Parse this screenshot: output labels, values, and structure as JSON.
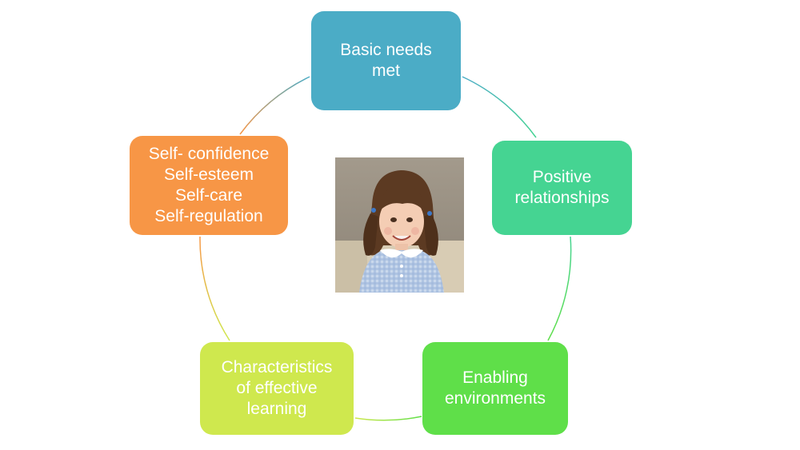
{
  "diagram": {
    "nodes": [
      {
        "id": "basic",
        "lines": [
          "Basic needs",
          "met"
        ],
        "color": "#4bacc6"
      },
      {
        "id": "positive",
        "lines": [
          "Positive",
          "relationships"
        ],
        "color": "#45d492"
      },
      {
        "id": "enabling",
        "lines": [
          "Enabling",
          "environments"
        ],
        "color": "#5fdf49"
      },
      {
        "id": "characteristics",
        "lines": [
          "Characteristics",
          "of effective",
          "learning"
        ],
        "color": "#cfe84e"
      },
      {
        "id": "self",
        "lines": [
          "Self- confidence",
          "Self-esteem",
          "Self-care",
          "Self-regulation"
        ],
        "color": "#f79646"
      }
    ],
    "center_image": "photo of smiling young girl with pigtails in blue gingham school dress"
  }
}
